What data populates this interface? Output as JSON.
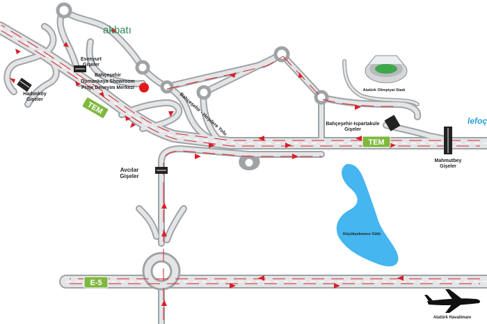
{
  "brand": {
    "akbati": "akbatı",
    "leroc": "lefoç"
  },
  "highways": {
    "tem_label": "TEM",
    "e5_label": "E-5"
  },
  "tolls": {
    "hadimkoy": [
      "Hadımköy",
      "Gişeler"
    ],
    "esenyurt": [
      "Esenyurt",
      "Gişeler"
    ],
    "avcilar": [
      "Avcılar",
      "Gişeler"
    ],
    "spartakule": [
      "Bahçeşehir-Ispartakule",
      "Gişeler"
    ],
    "mahmutbey": [
      "Mahmutbey",
      "Gişeler"
    ]
  },
  "poi": {
    "showroom": [
      "Bahçeşehir",
      "Dumankaya Showroom",
      "Proje Deneyim Merkezi"
    ],
    "stadium": "Atatürk Olimpiyat Stadı",
    "lake": "Küçükçekmece Gölü",
    "airport": "Atatürk Havalimanı"
  },
  "roads": {
    "bahcesehir_road": "Bahçeşehir - Hoşdere Yolu"
  },
  "colors": {
    "road_casing": "#9fa3a6",
    "road_fill": "#e3e5e7",
    "route_arrows": "#d8202a",
    "highway_badge": "#7fb83e",
    "lake": "#45b6f0",
    "marker": "#e3181e",
    "brand_green": "#2e8b57",
    "brand_blue": "#2a9fd8"
  }
}
